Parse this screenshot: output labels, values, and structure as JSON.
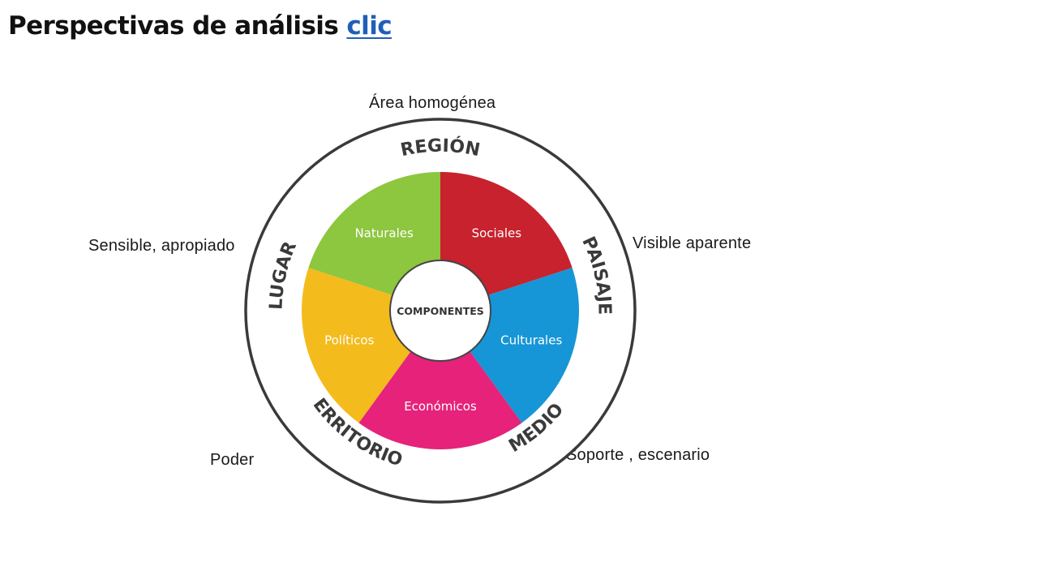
{
  "header": {
    "title": "Perspectivas de análisis",
    "link_label": "clic"
  },
  "annotations": {
    "top": "Área homogénea",
    "left": "Sensible, apropiado",
    "right": "Visible aparente",
    "bottom_left": "Poder",
    "bottom_right": "Soporte , escenario"
  },
  "diagram": {
    "center_label": "COMPONENTES",
    "segments": [
      {
        "label": "Sociales",
        "color": "#c7222e"
      },
      {
        "label": "Culturales",
        "color": "#1696d6"
      },
      {
        "label": "Económicos",
        "color": "#e6227a"
      },
      {
        "label": "Políticos",
        "color": "#f4bb1d"
      },
      {
        "label": "Naturales",
        "color": "#8dc63f"
      }
    ],
    "ring_labels": {
      "region": "REGIÓN",
      "paisaje": "PAISAJE",
      "medio": "MEDIO",
      "territorio": "TERRITORIO",
      "lugar": "LUGAR"
    }
  },
  "colors": {
    "title_text": "#111111",
    "link": "#1f5fb8",
    "ring_stroke": "#3a3a3a"
  }
}
